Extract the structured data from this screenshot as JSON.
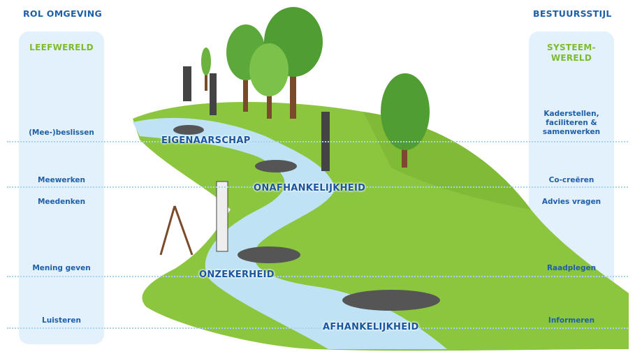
{
  "left": {
    "heading": "ROL OMGEVING",
    "column_title": "LEEFWERELD",
    "items": [
      "(Mee-)beslissen",
      "Meewerken",
      "Meedenken",
      "Mening geven",
      "Luisteren"
    ]
  },
  "right": {
    "heading": "BESTUURSSTIJL",
    "column_title_1": "SYSTEEM-",
    "column_title_2": "WERELD",
    "items": [
      "Kaderstellen,",
      "faciliteren &",
      "samenwerken",
      "Co-creëren",
      "Advies vragen",
      "Raadplegen",
      "Informeren"
    ]
  },
  "stages": [
    "EIGENAARSCHAP",
    "ONAFHANKELIJKHEID",
    "ONZEKERHEID",
    "AFHANKELIJKHEID"
  ],
  "colors": {
    "blue": "#1f5fa8",
    "green": "#7dbb2d",
    "panel": "#e3f1fc",
    "river": "#bfe3f5",
    "grass": "#8cc63f"
  }
}
